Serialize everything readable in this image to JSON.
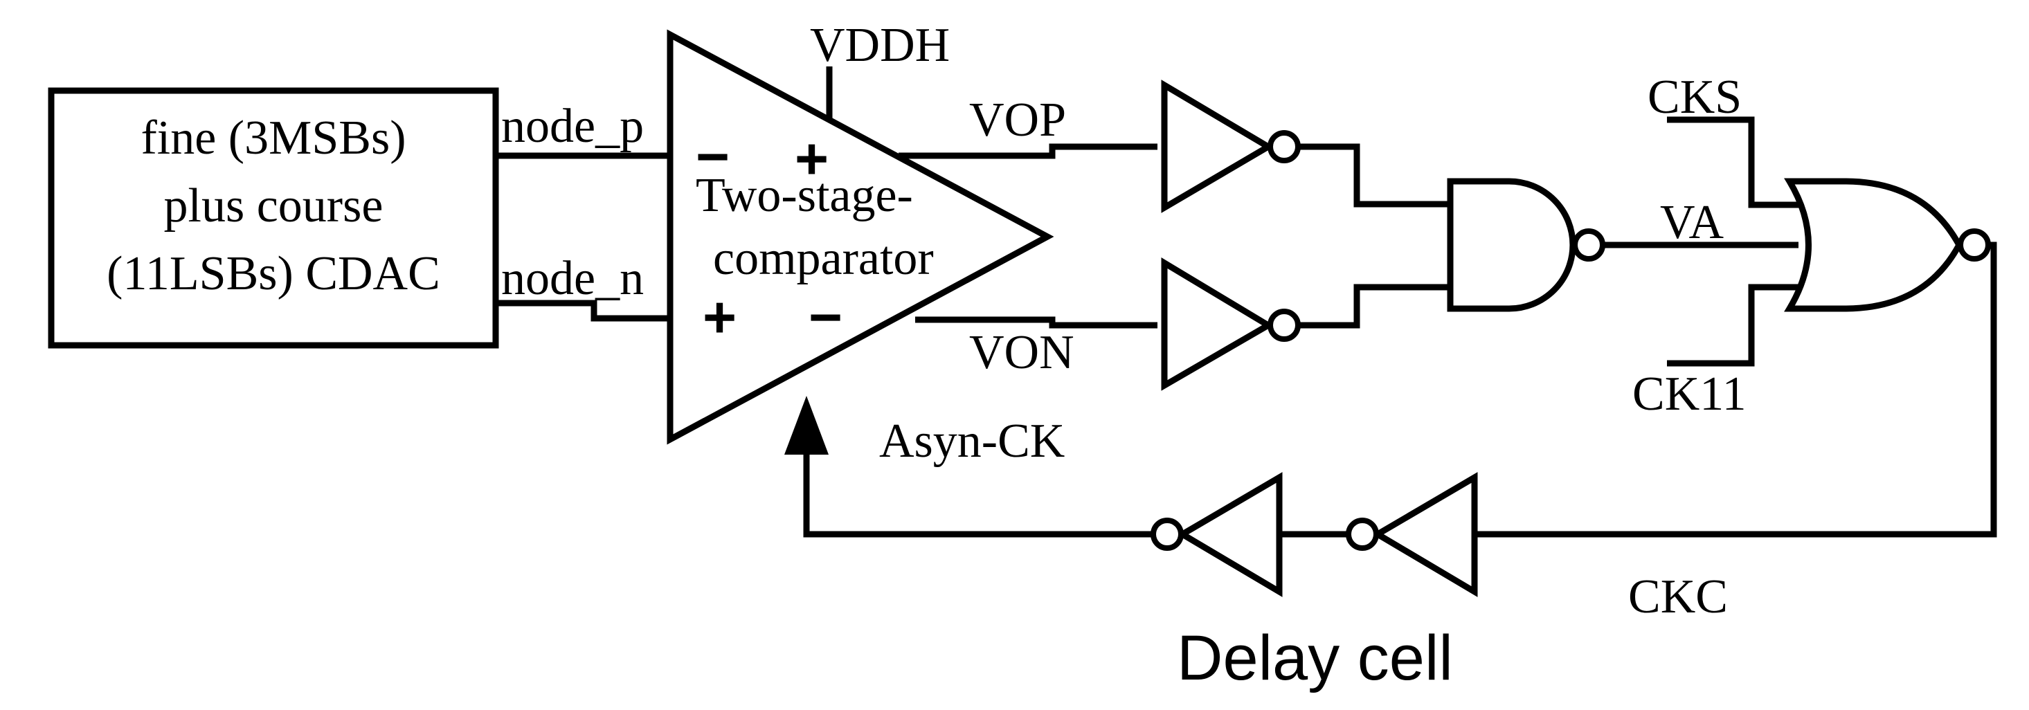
{
  "cdac": {
    "line1": "fine (3MSBs)",
    "line2": "plus course",
    "line3": "(11LSBs) CDAC"
  },
  "comparator": {
    "line1": "Two-stage-",
    "line2": "comparator",
    "supply": "VDDH",
    "sign_top_left": "−",
    "sign_top_right": "+",
    "sign_bottom_left": "+",
    "sign_bottom_right": "−"
  },
  "nets": {
    "node_p": "node_p",
    "node_n": "node_n",
    "vop": "VOP",
    "von": "VON",
    "va": "VA",
    "cks": "CKS",
    "ck11": "CK11",
    "ckc": "CKC",
    "asyn_ck": "Asyn-CK"
  },
  "delay": {
    "label": "Delay cell"
  }
}
